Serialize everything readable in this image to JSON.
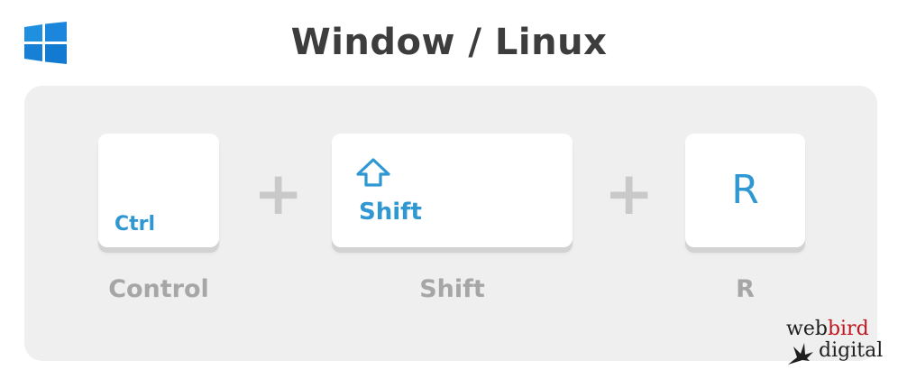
{
  "title": "Window / Linux",
  "os_icon": "windows-logo-icon",
  "keys": [
    {
      "label": "Ctrl",
      "caption": "Control"
    },
    {
      "label": "Shift",
      "caption": "Shift",
      "icon": "shift-arrow-icon"
    },
    {
      "label": "R",
      "caption": "R"
    }
  ],
  "separator": "+",
  "brand": {
    "part1": "web",
    "part2": "bird",
    "part3": "digital"
  },
  "colors": {
    "key_text": "#2f97d2",
    "title": "#3d3d3d",
    "caption": "#a6a6a6",
    "plus": "#c9c9c9",
    "panel": "#efefef",
    "windows_blue": "#1e88e5",
    "brand_red": "#c0161f"
  }
}
